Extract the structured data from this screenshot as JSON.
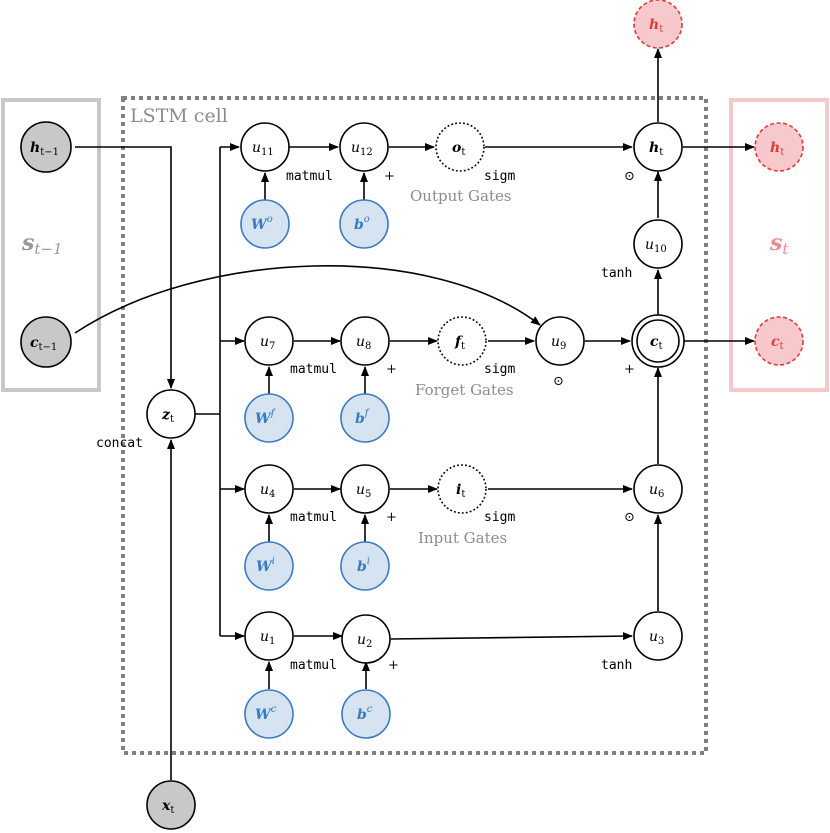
{
  "cell_label": "LSTM cell",
  "state_prev": {
    "s": "s",
    "sub": "t−1"
  },
  "state_next": {
    "s": "s",
    "sub": "t"
  },
  "nodes": {
    "h_prev": {
      "base": "h",
      "sub": "t−1"
    },
    "c_prev": {
      "base": "c",
      "sub": "t−1"
    },
    "z": {
      "base": "z",
      "sub": "t"
    },
    "x": {
      "base": "x",
      "sub": "t"
    },
    "u11": {
      "base": "u",
      "sub": "11"
    },
    "u12": {
      "base": "u",
      "sub": "12"
    },
    "o": {
      "base": "o",
      "sub": "t"
    },
    "h": {
      "base": "h",
      "sub": "t"
    },
    "h_out_top": {
      "base": "h",
      "sub": "t"
    },
    "h_out": {
      "base": "h",
      "sub": "t"
    },
    "Wo": {
      "base": "W",
      "sup": "o"
    },
    "bo": {
      "base": "b",
      "sup": "o"
    },
    "u10": {
      "base": "u",
      "sub": "10"
    },
    "u7": {
      "base": "u",
      "sub": "7"
    },
    "u8": {
      "base": "u",
      "sub": "8"
    },
    "f": {
      "base": "f",
      "sub": "t"
    },
    "u9": {
      "base": "u",
      "sub": "9"
    },
    "c": {
      "base": "c",
      "sub": "t"
    },
    "c_out": {
      "base": "c",
      "sub": "t"
    },
    "Wf": {
      "base": "W",
      "sup": "f"
    },
    "bf": {
      "base": "b",
      "sup": "f"
    },
    "u4": {
      "base": "u",
      "sub": "4"
    },
    "u5": {
      "base": "u",
      "sub": "5"
    },
    "i": {
      "base": "i",
      "sub": "t"
    },
    "u6": {
      "base": "u",
      "sub": "6"
    },
    "Wi": {
      "base": "W",
      "sup": "i"
    },
    "bi": {
      "base": "b",
      "sup": "i"
    },
    "u1": {
      "base": "u",
      "sub": "1"
    },
    "u2": {
      "base": "u",
      "sub": "2"
    },
    "u3": {
      "base": "u",
      "sub": "3"
    },
    "Wc": {
      "base": "W",
      "sup": "c"
    },
    "bc": {
      "base": "b",
      "sup": "c"
    }
  },
  "ops": {
    "concat": "concat",
    "matmul_o": "matmul",
    "plus_o": "+",
    "sigm_o": "sigm",
    "odot_h": "⊙",
    "tanh_10": "tanh",
    "matmul_f": "matmul",
    "plus_f": "+",
    "sigm_f": "sigm",
    "odot_9": "⊙",
    "plus_c": "+",
    "matmul_i": "matmul",
    "plus_i": "+",
    "sigm_i": "sigm",
    "odot_6": "⊙",
    "matmul_c": "matmul",
    "plus_2": "+",
    "tanh_3": "tanh"
  },
  "gate_labels": {
    "output": "Output Gates",
    "forget": "Forget Gates",
    "input": "Input Gates"
  }
}
